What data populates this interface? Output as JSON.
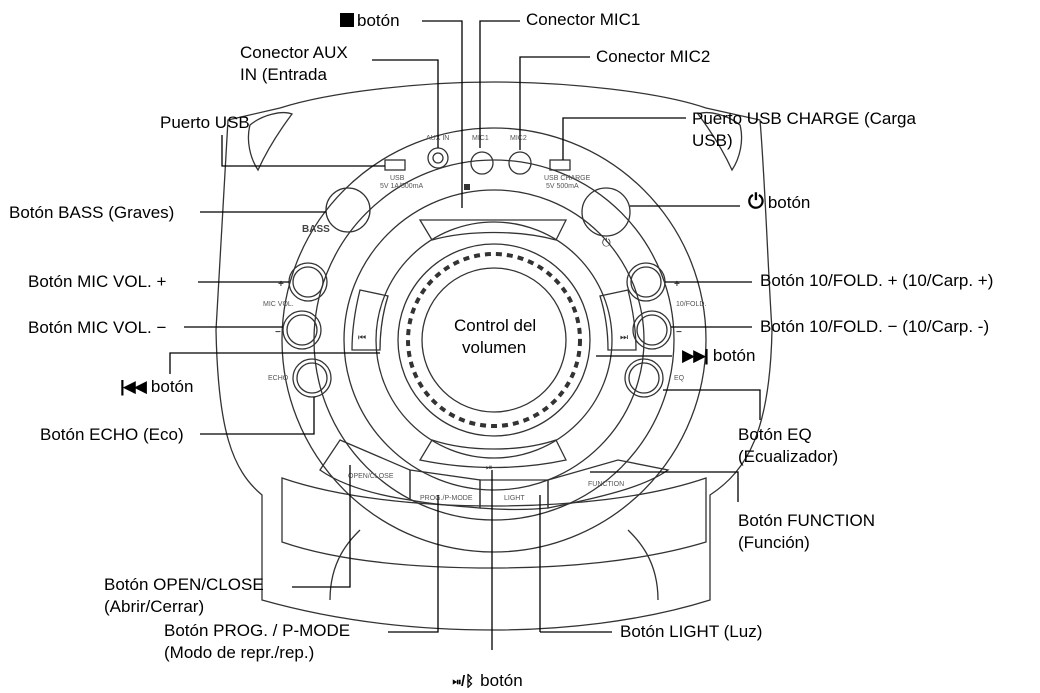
{
  "labels": {
    "stop": "botón",
    "mic1": "Conector MIC1",
    "mic2": "Conector MIC2",
    "aux_line1": "Conector AUX",
    "aux_line2": "IN (Entrada",
    "usb": "Puerto USB",
    "usb_charge_line1": "Puerto USB CHARGE (Carga",
    "usb_charge_line2": "USB)",
    "bass": "Botón BASS (Graves)",
    "power": "botón",
    "mic_vol_plus": "Botón MIC VOL. +",
    "mic_vol_minus": "Botón MIC VOL. −",
    "fold_plus": "Botón 10/FOLD. + (10/Carp. +)",
    "fold_minus": "Botón 10/FOLD. − (10/Carp. -)",
    "volume_line1": "Control del",
    "volume_line2": "volumen",
    "next": "botón",
    "prev": "botón",
    "echo": "Botón ECHO (Eco)",
    "eq_line1": "Botón EQ",
    "eq_line2": "(Ecualizador)",
    "function_line1": "Botón FUNCTION",
    "function_line2": "(Función)",
    "open_close_line1": "Botón OPEN/CLOSE",
    "open_close_line2": "(Abrir/Cerrar)",
    "prog_line1": "Botón PROG. / P-MODE",
    "prog_line2": "(Modo de repr./rep.)",
    "light": "Botón LIGHT (Luz)",
    "play_bt": "botón"
  },
  "device_text": {
    "aux_in": "AUX IN",
    "mic1": "MIC1",
    "mic2": "MIC2",
    "usb": "USB",
    "usb_rating": "5V 1A/500mA",
    "usb_charge": "USB CHARGE",
    "usb_charge_rating": "5V 500mA",
    "bass": "BASS",
    "mic_vol": "MIC VOL.",
    "fold": "10/FOLD.",
    "echo": "ECHO",
    "eq": "EQ",
    "open_close": "OPEN/CLOSE",
    "prog": "PROG./P-MODE",
    "light": "LIGHT",
    "function": "FUNCTION",
    "plus": "+",
    "minus": "−"
  },
  "icons": [
    "stop-icon",
    "power-icon",
    "next-track-icon",
    "prev-track-icon",
    "play-pause-bluetooth-icon"
  ]
}
